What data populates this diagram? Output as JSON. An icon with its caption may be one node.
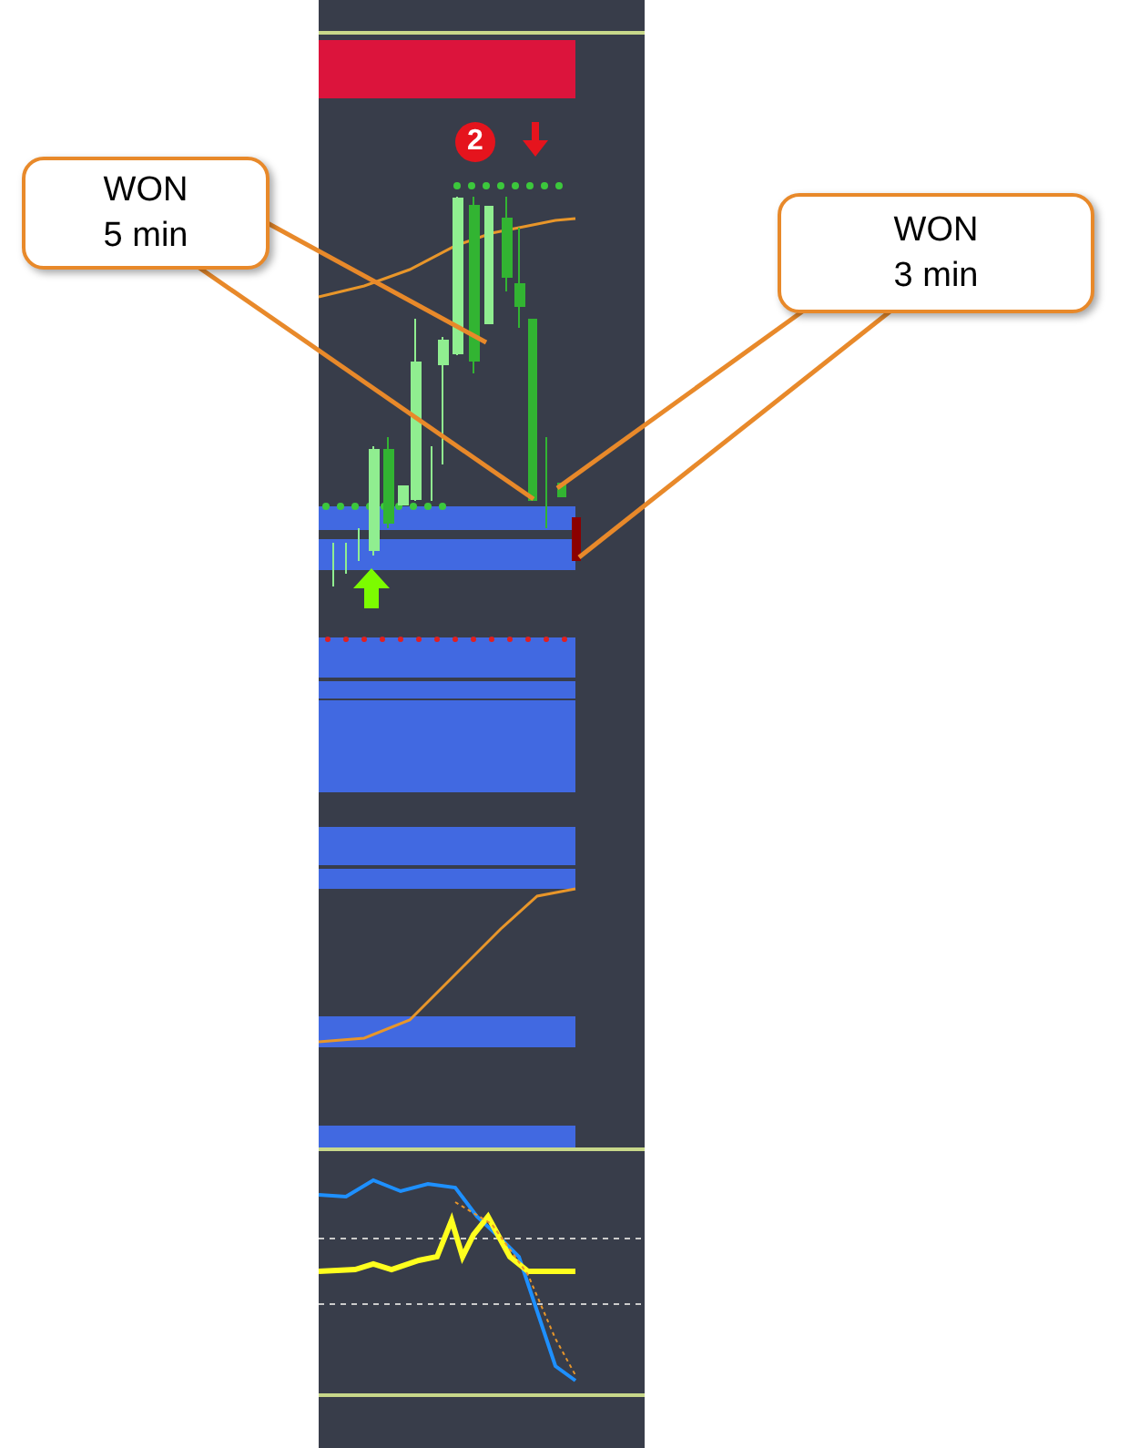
{
  "diagram": {
    "nodes": [
      {
        "text": [
          "WON 5 min"
        ]
      },
      {
        "text": [
          "WON 3 min"
        ]
      },
      {
        "text": [],
        "shape": "bar"
      },
      {
        "text": [],
        "shape": "bar"
      },
      {
        "text": [],
        "shape": "bar"
      },
      {
        "text": [],
        "shape": "bar"
      }
    ],
    "edges": [
      {
        "from": 0,
        "to": 2,
        "arrow": "none"
      },
      {
        "from": 0,
        "to": 3,
        "arrow": "none"
      },
      {
        "from": 1,
        "to": 4,
        "arrow": "none"
      },
      {
        "from": 1,
        "to": 5,
        "arrow": "none"
      }
    ],
    "labels": [
      "2"
    ]
  }
}
